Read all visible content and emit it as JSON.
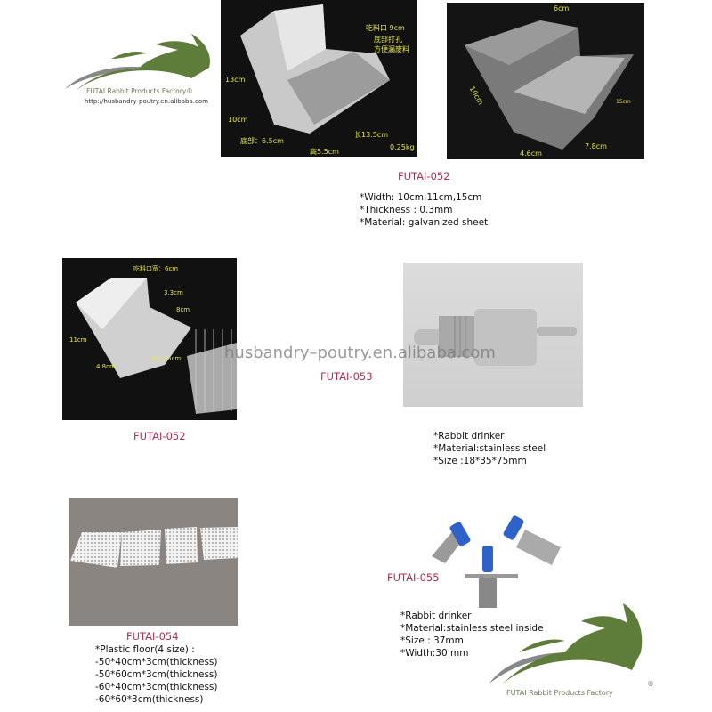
{
  "logo_top": {
    "name": "FUTAI Rabbit Products Factory®",
    "url": "http://husbandry-poutry.en.alibaba.com"
  },
  "logo_bottom": {
    "name": "FUTAI Rabbit Products Factory",
    "reg": "®"
  },
  "watermark": "husbandry–poutry.en.alibaba.com",
  "photo1": {
    "dims": [
      "吃料口 9cm",
      "底部打孔",
      "方便漏废料",
      "13cm",
      "10cm",
      "底部：6.5cm",
      "高5.5cm",
      "长13.5cm",
      "0.25kg"
    ]
  },
  "photo2": {
    "dims": [
      "6cm",
      "10cm",
      "15cm",
      "4.6cm",
      "7.8cm"
    ]
  },
  "photo3": {
    "dims": [
      "吃料口宽：6cm",
      "3.3cm",
      "8cm",
      "11cm",
      "4.8cm",
      "长11.5cm"
    ]
  },
  "products": [
    {
      "code": "FUTAI-052",
      "specs": [
        "*Width: 10cm,11cm,15cm",
        "*Thickness : 0.3mm",
        "*Material: galvanized sheet"
      ]
    },
    {
      "code": "FUTAI-052",
      "specs": []
    },
    {
      "code": "FUTAI-053",
      "specs": [
        "*Rabbit drinker",
        "*Material:stainless steel",
        "*Size :18*35*75mm"
      ]
    },
    {
      "code": "FUTAI-054",
      "specs": [
        "*Plastic floor(4 size) :",
        "-50*40cm*3cm(thickness)",
        "-50*60cm*3cm(thickness)",
        "-60*40cm*3cm(thickness)",
        "-60*60*3cm(thickness)"
      ]
    },
    {
      "code": "FUTAI-055",
      "specs": [
        "*Rabbit drinker",
        "*Material:stainless steel inside",
        "*Size : 37mm",
        "*Width:30 mm"
      ]
    }
  ],
  "colors": {
    "code": "#b0304f",
    "logo_green": "#5e7d3a",
    "dim_yellow": "#e8e640"
  }
}
